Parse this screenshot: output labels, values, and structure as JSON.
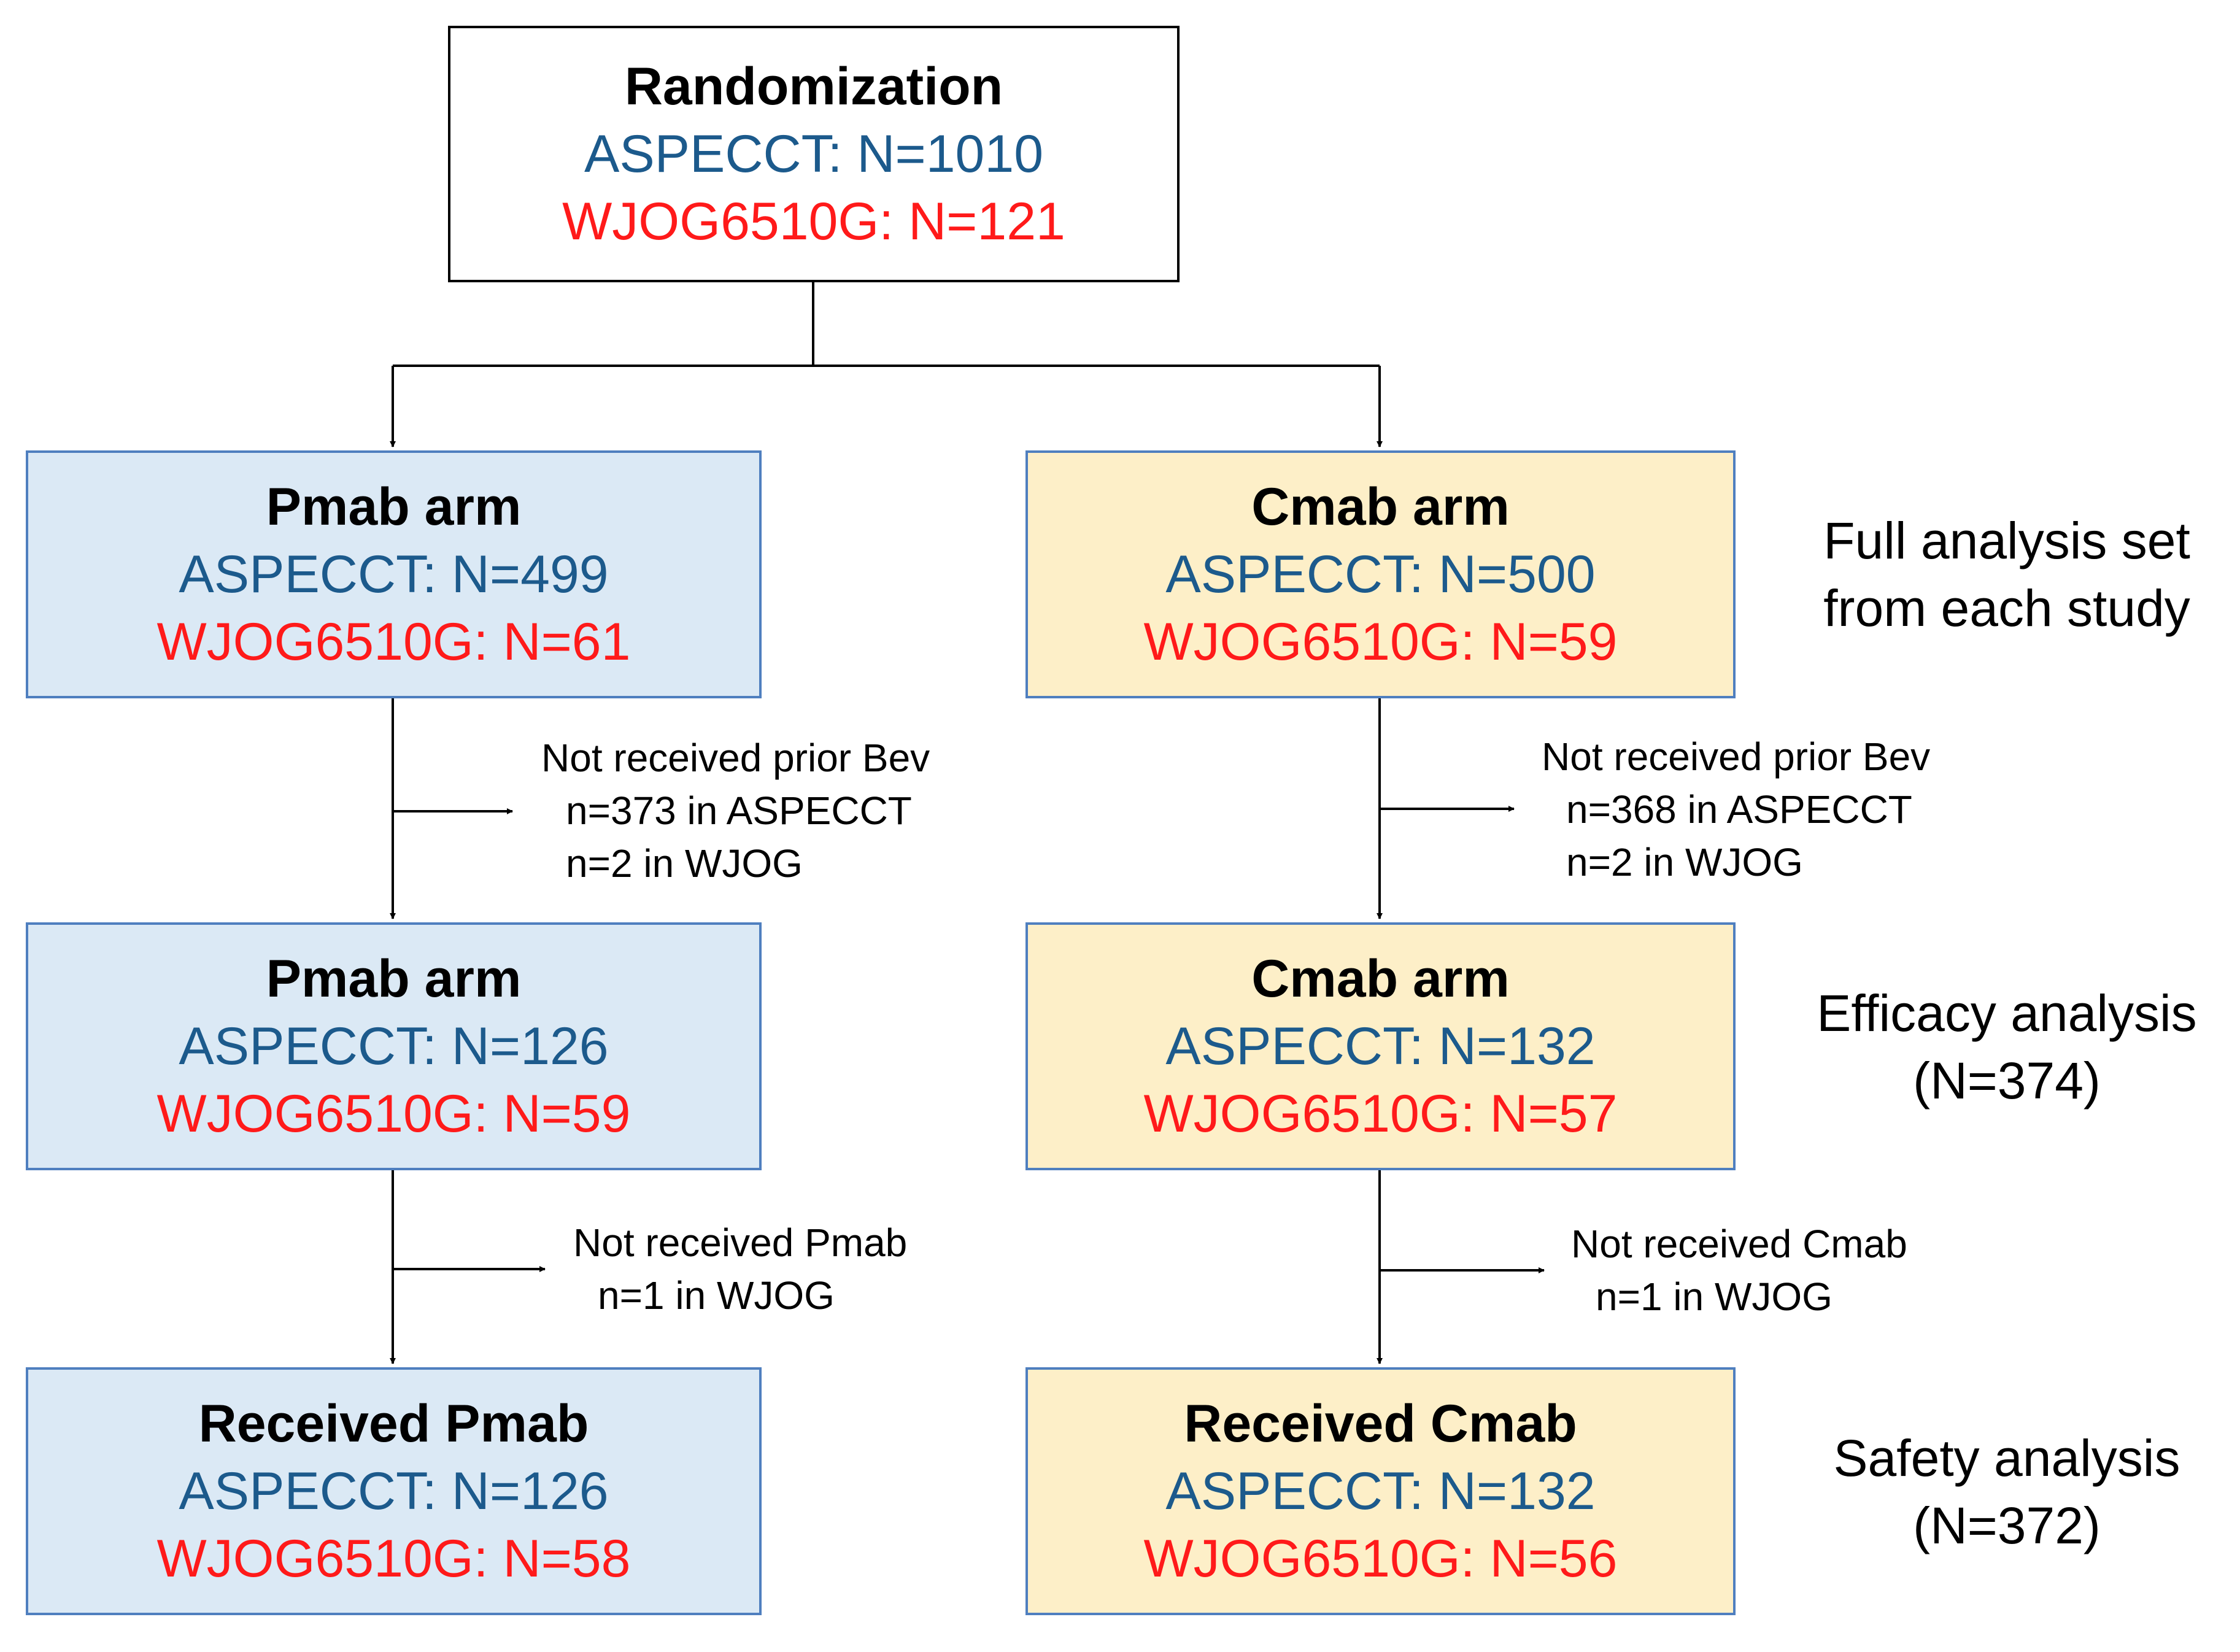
{
  "colors": {
    "aspecct": "#1c5a8c",
    "wjog": "#ff1a1a",
    "pmab_fill": "#dbe9f5",
    "cmab_fill": "#fdefc8",
    "box_border": "#4f7fbf"
  },
  "randomization": {
    "title": "Randomization",
    "aspecct": "ASPECCT: N=1010",
    "wjog": "WJOG6510G: N=121"
  },
  "pmab": {
    "fas": {
      "title": "Pmab arm",
      "aspecct": "ASPECCT: N=499",
      "wjog": "WJOG6510G: N=61"
    },
    "efficacy": {
      "title": "Pmab arm",
      "aspecct": "ASPECCT: N=126",
      "wjog": "WJOG6510G: N=59"
    },
    "safety": {
      "title": "Received Pmab",
      "aspecct": "ASPECCT: N=126",
      "wjog": "WJOG6510G: N=58"
    },
    "excl_bev": [
      "Not received prior Bev",
      "n=373 in ASPECCT",
      "n=2 in WJOG"
    ],
    "excl_drug": [
      "Not received Pmab",
      "n=1 in WJOG"
    ]
  },
  "cmab": {
    "fas": {
      "title": "Cmab arm",
      "aspecct": "ASPECCT: N=500",
      "wjog": "WJOG6510G: N=59"
    },
    "efficacy": {
      "title": "Cmab arm",
      "aspecct": "ASPECCT: N=132",
      "wjog": "WJOG6510G: N=57"
    },
    "safety": {
      "title": "Received Cmab",
      "aspecct": "ASPECCT: N=132",
      "wjog": "WJOG6510G: N=56"
    },
    "excl_bev": [
      "Not received prior Bev",
      "n=368 in ASPECCT",
      "n=2 in WJOG"
    ],
    "excl_drug": [
      "Not received Cmab",
      "n=1 in WJOG"
    ]
  },
  "side_labels": {
    "fas": [
      "Full analysis set",
      "from each study"
    ],
    "efficacy": [
      "Efficacy analysis",
      "(N=374)"
    ],
    "safety": [
      "Safety analysis",
      "(N=372)"
    ]
  }
}
